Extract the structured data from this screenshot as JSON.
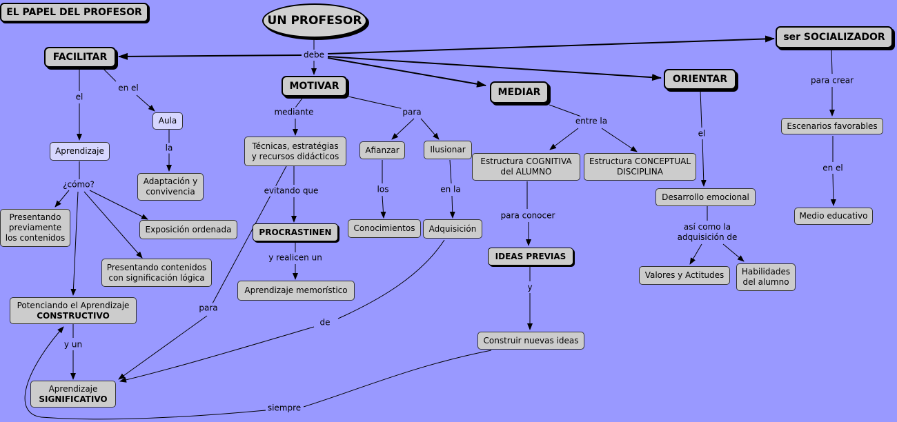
{
  "title": "EL PAPEL DEL PROFESOR",
  "root": "UN PROFESOR",
  "nodes": {
    "facilitar": "FACILITAR",
    "motivar": "MOTIVAR",
    "mediar": "MEDIAR",
    "orientar": "ORIENTAR",
    "socializador": "ser SOCIALIZADOR",
    "aula": "Aula",
    "aprendizaje": "Aprendizaje",
    "adaptacion": [
      "Adaptación y",
      "convivencia"
    ],
    "presentando_previamente": [
      "Presentando",
      "previamente",
      "los contenidos"
    ],
    "exposicion": "Exposición ordenada",
    "presentando_logica": [
      "Presentando contenidos",
      "con significación lógica"
    ],
    "potenciando": [
      "Potenciando el Aprendizaje",
      "CONSTRUCTIVO"
    ],
    "significativo": [
      "Aprendizaje",
      "SIGNIFICATIVO"
    ],
    "tecnicas": [
      "Técnicas, estratégias",
      "y recursos didácticos"
    ],
    "procrastinen": "PROCRASTINEN",
    "memoristico": "Aprendizaje memorístico",
    "afianzar": "Afianzar",
    "ilusionar": "Ilusionar",
    "conocimientos": "Conocimientos",
    "adquisicion": "Adquisición",
    "cognitiva": [
      "Estructura COGNITIVA",
      "del ALUMNO"
    ],
    "conceptual": [
      "Estructura CONCEPTUAL",
      "DISCIPLINA"
    ],
    "ideas": "IDEAS PREVIAS",
    "construir": "Construir nuevas ideas",
    "desarrollo": "Desarrollo emocional",
    "valores": "Valores y Actitudes",
    "habilidades": [
      "Habilidades",
      "del alumno"
    ],
    "escenarios": "Escenarios favorables",
    "medio": "Medio educativo"
  },
  "links": {
    "debe": "debe",
    "el": "el",
    "en_el": "en el",
    "la": "la",
    "como": "¿cómo?",
    "y_un": "y un",
    "siempre": "siempre",
    "mediante": "mediante",
    "para": "para",
    "evitando": "evitando que",
    "realicen": "y realicen un",
    "para2": "para",
    "los": "los",
    "en_la": "en la",
    "de": "de",
    "entre_la": "entre la",
    "para_conocer": "para conocer",
    "y": "y",
    "el2": "el",
    "asi_como": [
      "así como la",
      "adquisición de"
    ],
    "para_crear": "para crear",
    "en_el2": "en el"
  }
}
